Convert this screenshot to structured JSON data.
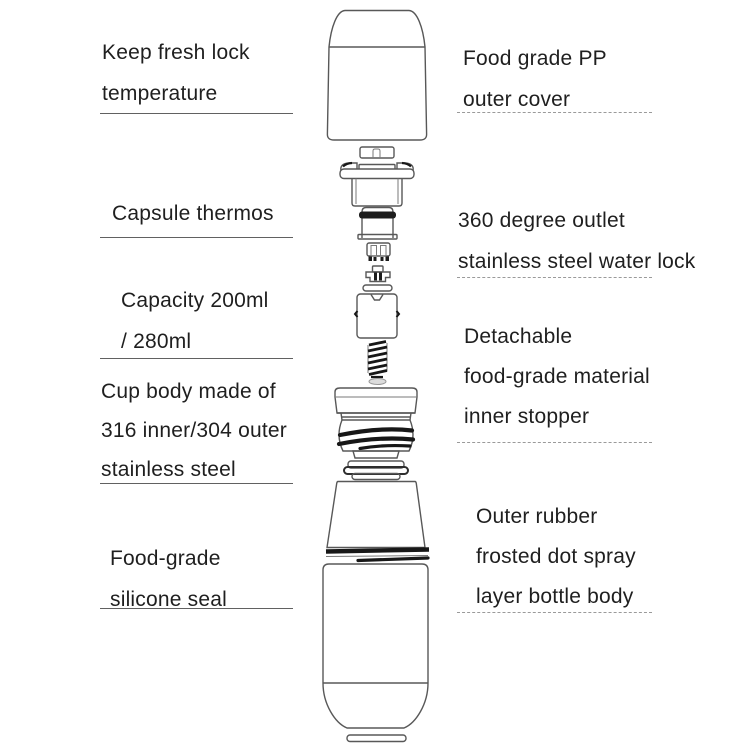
{
  "colors": {
    "background": "#ffffff",
    "text": "#1f1f1f",
    "line": "#585858",
    "dark_accent": "#1d1d1d",
    "underline_solid": "#616161",
    "underline_dashed": "#9a9a9a"
  },
  "labels": {
    "left": [
      {
        "lines": [
          "Keep fresh lock",
          "temperature"
        ],
        "underline": "solid"
      },
      {
        "lines": [
          "Capsule thermos"
        ],
        "underline": "solid"
      },
      {
        "lines": [
          "Capacity 200ml",
          "/ 280ml"
        ],
        "underline": "solid"
      },
      {
        "lines": [
          "Cup body made of",
          "316 inner/304 outer",
          "stainless steel"
        ],
        "underline": "solid"
      },
      {
        "lines": [
          "Food-grade",
          "silicone seal"
        ],
        "underline": "solid"
      }
    ],
    "right": [
      {
        "lines": [
          "Food grade PP",
          "outer cover"
        ],
        "underline": "dashed"
      },
      {
        "lines": [
          "360 degree outlet",
          "stainless steel water lock"
        ],
        "underline": "dashed"
      },
      {
        "lines": [
          "Detachable",
          "food-grade material",
          "inner stopper"
        ],
        "underline": "dashed"
      },
      {
        "lines": [
          "Outer rubber",
          "frosted dot spray",
          "layer bottle body"
        ],
        "underline": "dashed"
      }
    ]
  },
  "parts": [
    "outer-cover",
    "lid-button",
    "water-lock-stopper",
    "gasket-ring",
    "valve-legs",
    "valve-core",
    "retainer-bar",
    "stopper-block",
    "spring",
    "seal-washer",
    "inner-stopper",
    "silicone-seal",
    "bottle-neck",
    "neck-threads",
    "bottle-body",
    "base-disc"
  ]
}
